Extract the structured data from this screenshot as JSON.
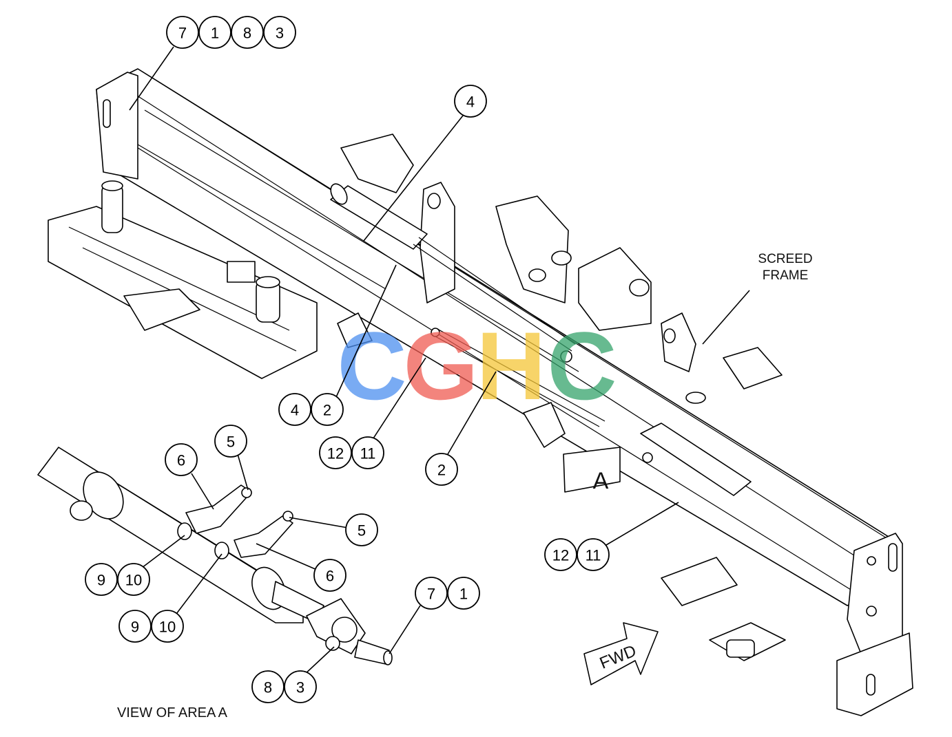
{
  "labels": {
    "screed_frame_line1": "SCREED",
    "screed_frame_line2": "FRAME",
    "area_marker": "A",
    "view_caption": "VIEW OF AREA A",
    "fwd_arrow": "FWD"
  },
  "watermark": {
    "letters": [
      "C",
      "G",
      "H",
      "C"
    ],
    "colors": [
      "#4d8ff0",
      "#ef5b52",
      "#f5c637",
      "#35a36b"
    ]
  },
  "callouts": {
    "top_left_group": [
      "7",
      "1",
      "8",
      "3"
    ],
    "top_center": [
      "4"
    ],
    "mid_left_pair": [
      "4",
      "2"
    ],
    "mid_pair_a": [
      "12",
      "11"
    ],
    "mid_single": [
      "2"
    ],
    "right_pair": [
      "12",
      "11"
    ],
    "detail_5_upper": [
      "5"
    ],
    "detail_6_upper": [
      "6"
    ],
    "detail_5_lower": [
      "5"
    ],
    "detail_6_lower": [
      "6"
    ],
    "detail_9_10_upper": [
      "9",
      "10"
    ],
    "detail_9_10_lower": [
      "9",
      "10"
    ],
    "detail_7_1": [
      "7",
      "1"
    ],
    "detail_8_3": [
      "8",
      "3"
    ]
  }
}
